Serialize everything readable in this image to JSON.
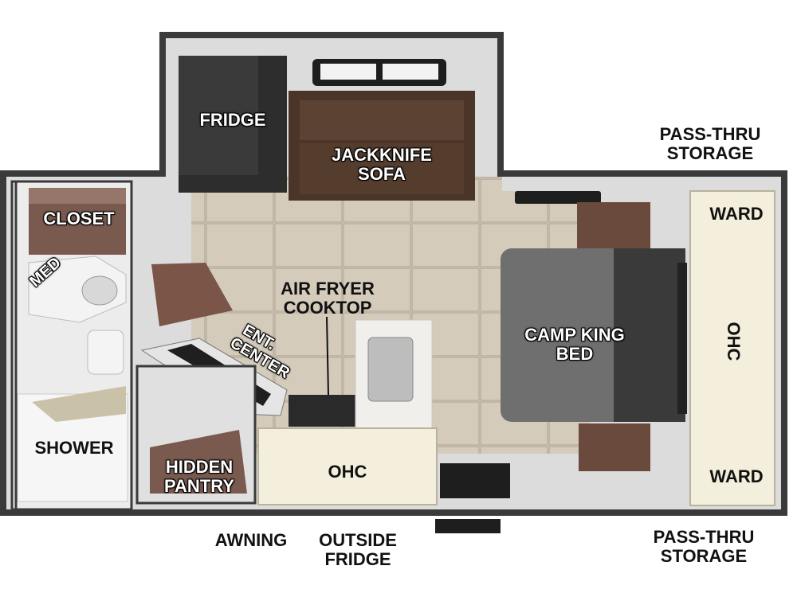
{
  "labels": {
    "fridge": "FRIDGE",
    "sofa_line1": "JACKKNIFE",
    "sofa_line2": "SOFA",
    "passthru_top_line1": "PASS-THRU",
    "passthru_top_line2": "STORAGE",
    "ward_top": "WARD",
    "closet": "CLOSET",
    "med": "MED",
    "air_fryer_line1": "AIR FRYER",
    "air_fryer_line2": "COOKTOP",
    "camp_bed_line1": "CAMP KING",
    "camp_bed_line2": "BED",
    "ohc_right": "OHC",
    "ent_line1": "ENT.",
    "ent_line2": "CENTER",
    "shower": "SHOWER",
    "hidden_line1": "HIDDEN",
    "hidden_line2": "PANTRY",
    "ohc_bottom": "OHC",
    "ward_bottom": "WARD",
    "awning": "AWNING",
    "outside_line1": "OUTSIDE",
    "outside_line2": "FRIDGE",
    "passthru_bottom_line1": "PASS-THRU",
    "passthru_bottom_line2": "STORAGE"
  },
  "colors": {
    "wall": "#2a2a2a",
    "wall_inner": "#d9d9d9",
    "floor_tile": "#d8d0c0",
    "sofa": "#4a3528",
    "bed": "#6e6e6e",
    "bed_dark": "#3c3c3c",
    "cabinet": "#f2eedd",
    "wood": "#7a5a4a"
  }
}
